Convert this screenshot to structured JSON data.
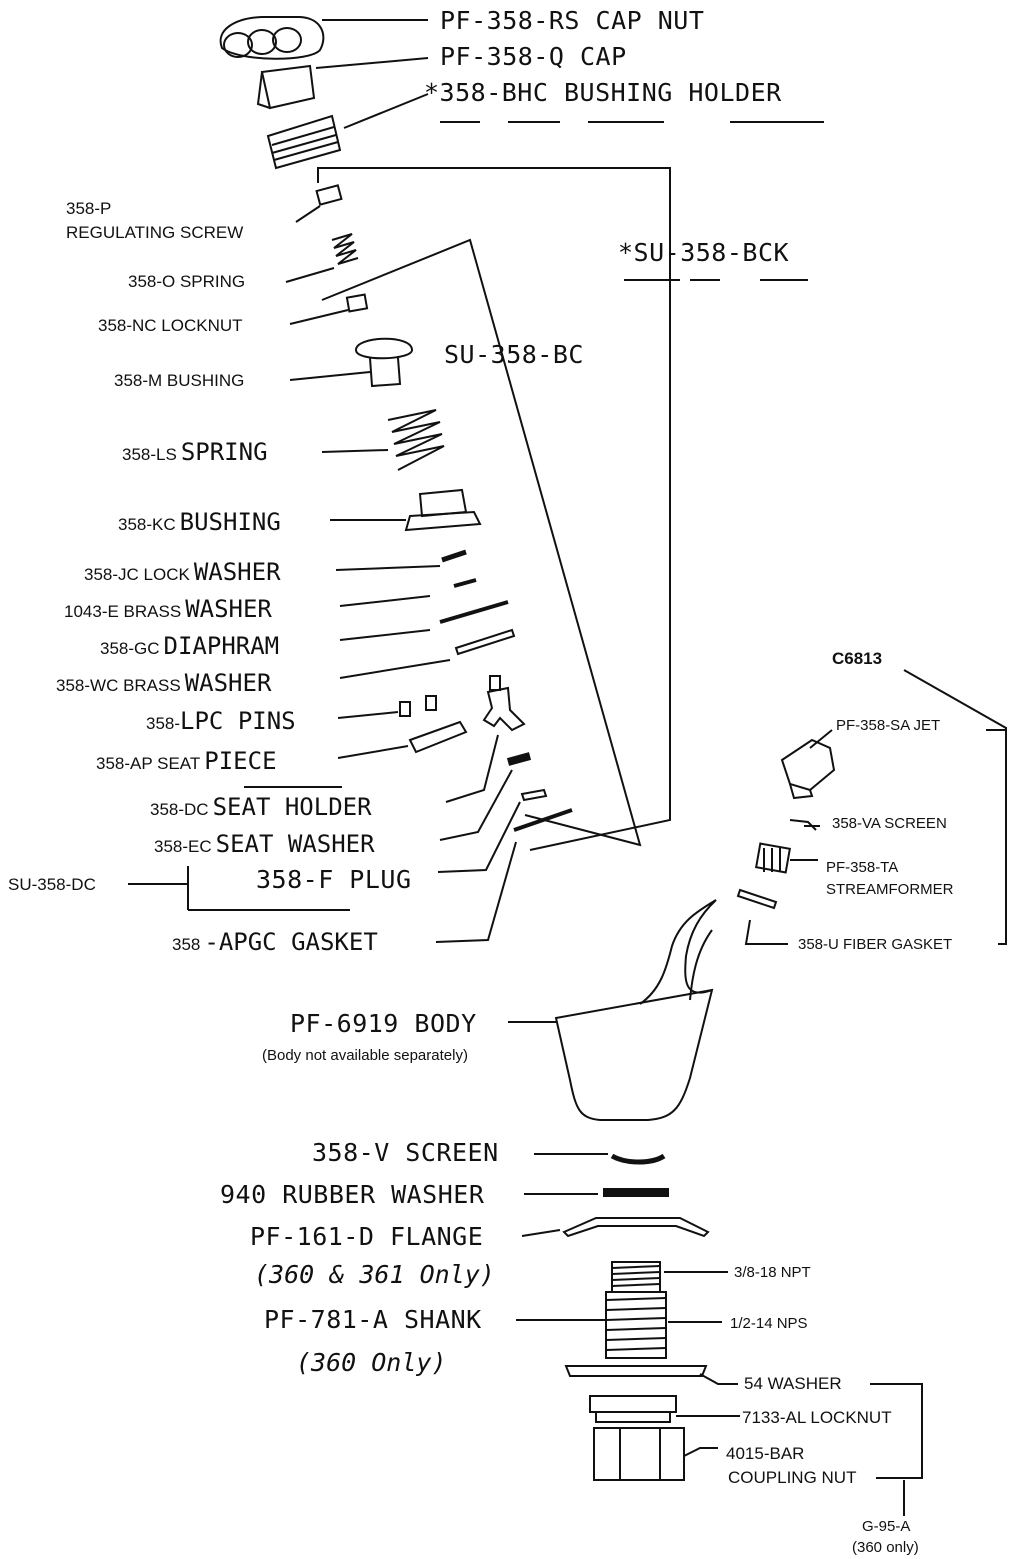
{
  "top": {
    "cap_nut": "PF-358-RS CAP NUT",
    "cap": "PF-358-Q CAP",
    "bushing_holder": "*358-BHC BUSHING HOLDER"
  },
  "kits": {
    "bck": "*SU-358-BCK",
    "bc": "SU-358-BC",
    "dc": "SU-358-DC"
  },
  "parts": {
    "reg_screw_code": "358-P",
    "reg_screw_name": "REGULATING SCREW",
    "o_spring": "358-O SPRING",
    "nc_locknut": "358-NC LOCKNUT",
    "m_bushing": "358-M BUSHING",
    "ls_code": "358-LS",
    "ls_name": "SPRING",
    "kc_code": "358-KC",
    "kc_name": "BUSHING",
    "jc_code": "358-JC LOCK",
    "jc_name": "WASHER",
    "e_code": "1043-E BRASS",
    "e_name": "WASHER",
    "gc_code": "358-GC",
    "gc_name": "DIAPHRAM",
    "wc_code": "358-WC BRASS",
    "wc_name": "WASHER",
    "lpc_code": "358-",
    "lpc_name": "LPC PINS",
    "ap_code": "358-AP SEAT",
    "ap_name": "PIECE",
    "dc_code": "358-DC",
    "dc_name": "SEAT HOLDER",
    "ec_code": "358-EC",
    "ec_name": "SEAT WASHER",
    "f_plug": "358-F PLUG",
    "apgc_code": "358",
    "apgc_name": "-APGC GASKET"
  },
  "body": {
    "name": "PF-6919 BODY",
    "note": "(Body not available separately)"
  },
  "lower": {
    "v_screen": "358-V SCREEN",
    "rubber_washer": "940 RUBBER WASHER",
    "flange": "PF-161-D FLANGE",
    "flange_note": "(360 & 361 Only)",
    "shank": "PF-781-A SHANK",
    "shank_note": "(360 Only)",
    "npt": "3/8-18 NPT",
    "nps": "1/2-14 NPS",
    "washer54": "54 WASHER",
    "locknut": "7133-AL LOCKNUT",
    "coupling_code": "4015-BAR",
    "coupling_name": "COUPLING NUT",
    "g95_code": "G-95-A",
    "g95_note": "(360 only)"
  },
  "jet": {
    "assembly": "C6813",
    "sa_jet": "PF-358-SA  JET",
    "va_screen": "358-VA  SCREEN",
    "ta_code": "PF-358-TA",
    "ta_name": "STREAMFORMER",
    "u_gasket": "358-U  FIBER GASKET"
  },
  "colors": {
    "ink": "#111111",
    "paper": "#ffffff"
  }
}
